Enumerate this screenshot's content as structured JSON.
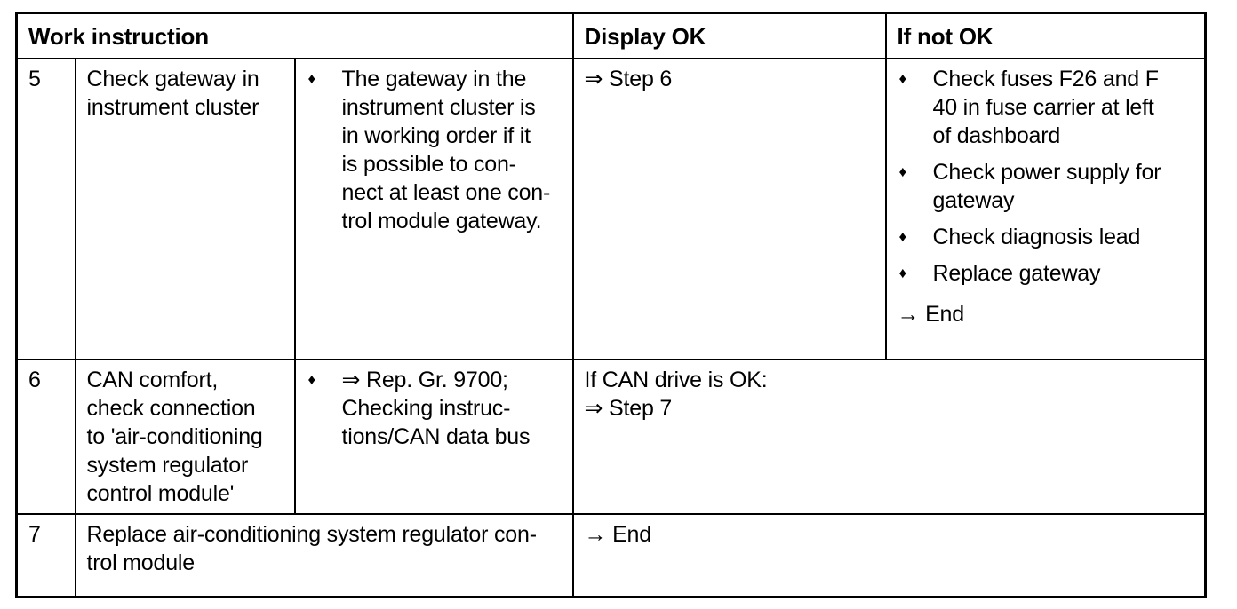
{
  "symbols": {
    "bullet": "♦"
  },
  "table": {
    "headers": {
      "work_instruction": "Work instruction",
      "display_ok": "Display OK",
      "if_not_ok": "If not OK"
    },
    "rows": [
      {
        "step": "5",
        "instruction": "Check gateway in\ninstrument cluster",
        "detail_bullets": [
          "The gateway in the\ninstrument cluster is\nin working order if it\nis possible to con-\nnect at least one con-\ntrol module gateway."
        ],
        "display_ok": "⇒ Step 6",
        "if_not_ok_bullets": [
          "Check fuses F26 and F\n40 in fuse carrier at left\nof dashboard",
          "Check power supply for\ngateway",
          "Check diagnosis lead",
          "Replace gateway"
        ],
        "if_not_ok_end": "→ End"
      },
      {
        "step": "6",
        "instruction": "CAN comfort,\ncheck connection\nto 'air-conditioning\nsystem regulator\ncontrol module'",
        "detail_bullets": [
          "⇒ Rep. Gr. 9700;\nChecking instruc-\ntions/CAN data bus"
        ],
        "result": "If CAN drive is OK:\n⇒ Step 7"
      },
      {
        "step": "7",
        "instruction": "Replace air-conditioning system regulator con-\ntrol module",
        "result": "→ End"
      }
    ]
  }
}
